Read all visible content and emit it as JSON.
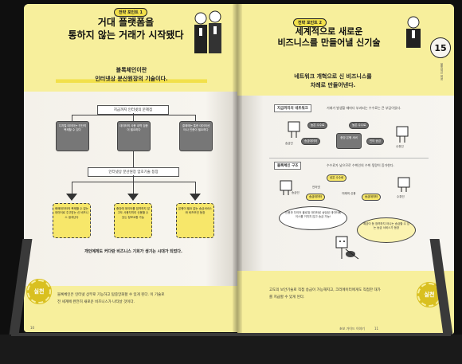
{
  "left_page": {
    "section_pill": "전략 포인트 1",
    "title_line1": "거대 플랫폼을",
    "title_line2": "통하지 않는 거래가 시작됐다",
    "intro_line1": "블록체인이란",
    "intro_line2": "인터넷상 분산원장의 기술이다.",
    "diagram": {
      "problem_label": "지금까지 인터넷의 문제점",
      "problems": [
        "디지털 데이터는 간단히 복제할 수 있다",
        "데이터의 사용 내역 검증이 필요하다",
        "결제에는 통한 데이터센터나 인증이 필요하다"
      ],
      "tech_label": "인터넷상 분산원장 암호기술 등장",
      "solutions": [
        "화폐데이터의 복제할 수 없는 데이터로 주고받는 신 비즈니스 생겨난다",
        "중앙에 데이터를 집약하지 않고도 사용자끼리 신용할 수 있는 정보교환 가능",
        "은행이 필요 없는 송금서비스와 비즈모인 등장"
      ]
    },
    "caption": "개인에게도 커다란 비즈니스 기회가 생기는 시대가 되었다.",
    "practice_badge": "실천",
    "practice_line1": "블록체인은 인터넷 상부로 기능하고 탐중앙화할 수 있게 된다. 이 기술로",
    "practice_line2": "전 세계에 완전히 새로운 비즈니스가 나타날 것이다.",
    "folio": "10"
  },
  "right_page": {
    "section_pill": "전략 포인트 2",
    "title_line1": "세계적으로 새로운",
    "title_line2": "비즈니스를 만들어낼 신기술",
    "chapter_number": "15",
    "chapter_side": "블록체인 혁명",
    "intro_line1": "네트워크 개혁으로 신 비즈니스를",
    "intro_line2": "차례로 만들어낸다.",
    "diagram_top": {
      "label": "지금까지의 네트워크",
      "note": "거래가 발생할 때마다 부과되는 수수료는 큰 부담이었다.",
      "fee1": "높은 수수료",
      "fee2": "높은 수수료",
      "sender": "송금인",
      "bank_server": "송금데이터",
      "center": "중앙 은행 서버",
      "receive": "인터 송금",
      "recipient": "수취인"
    },
    "diagram_bottom": {
      "label": "블록체인 구조",
      "note": "수수료가 낮으므로 수취인의 수취 몫량이 증가한다.",
      "fee": "낮은 수수료",
      "sender": "송금인",
      "data1": "송금데이터",
      "data2": "송금데이터",
      "middle": "미래의 신용",
      "chain": "인터넷",
      "recipient": "수취인",
      "bubble_left": "신용과 다이어 블로워 데이터로 송당된 데이터베이스를 거치지 않고 송금 가능!",
      "bubble_right": "예금이 등 장려하지 아니는 송금할 수 있는 송금 서비스가 등장"
    },
    "practice_line1": "고도의 보안기술로 직접 송금이 가능해지고, 크리에이터에게도 직접한 대가",
    "practice_line2": "를 지급할 수 있게 된다.",
    "practice_badge": "실천",
    "folio_text": "초보 가이드 이야기",
    "folio": "11"
  }
}
